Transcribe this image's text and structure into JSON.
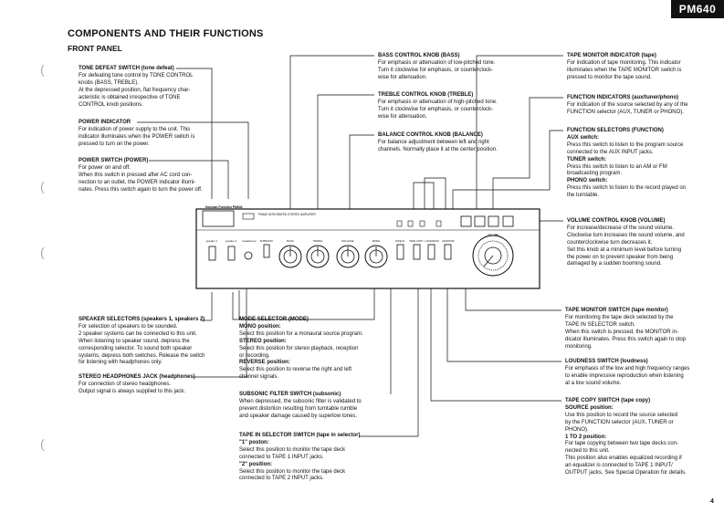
{
  "page": {
    "model_badge": "PM640",
    "heading": "COMPONENTS AND THEIR FUNCTIONS",
    "subheading": "FRONT PANEL",
    "page_number": "4"
  },
  "panel": {
    "brand": "Nonman Function PM640",
    "subtitle": "PM640 INTEGRATED STEREO AMPLIFIER",
    "labels": {
      "speakers1": "speaker 1",
      "speakers2": "speaker 2",
      "phones": "headphones",
      "subsonic_small": "SUBSONIC",
      "bass": "BASS",
      "treble": "TREBLE",
      "balance": "BALANCE",
      "mode": "MODE",
      "tape_in": "TAPE IN",
      "tape_copy": "TAPE COPY",
      "loudness": "LOUDNESS",
      "tape_monitor": "MONITOR",
      "volume": "VOLUME"
    }
  },
  "left_col": [
    {
      "title": "TONE DEFEAT SWITCH (tone defeat)",
      "lines": [
        "For defeating tone control by TONE CONTROL",
        "knobs (BASS, TREBLE).",
        "At the depressed position, flat frequency char-",
        "acteristic is obtained irrespective of TONE",
        "CONTROL knob positions."
      ]
    },
    {
      "title": "POWER INDICATOR",
      "lines": [
        "For indication of power supply to the unit. This",
        "indicator illuminates when the POWER switch is",
        "pressed to turn on the power."
      ]
    },
    {
      "title": "POWER SWITCH (POWER)",
      "lines": [
        "For power on and off.",
        "When this switch in pressed after AC cord con-",
        "nection to an outlet, the POWER indicator illumi-",
        "nates. Press this switch again to turn the power off."
      ]
    }
  ],
  "mid_col": [
    {
      "title": "BASS CONTROL KNOB (BASS)",
      "lines": [
        "For emphasis or attenuation of low-pitched tone.",
        "Turn it clockwise for emphasis, or counterclock-",
        "wise for attenuation."
      ]
    },
    {
      "title": "TREBLE CONTROL KNOB (TREBLE)",
      "lines": [
        "For emphasis or attenuation of high-pitched tone.",
        "Turn it clockwise for emphasis, or counterclock-",
        "wise for attenuation."
      ]
    },
    {
      "title": "BALANCE CONTROL KNOB (BALANCE)",
      "lines": [
        "For balance adjustment between left and right",
        "channels. Normally place it at the center position."
      ]
    }
  ],
  "right_col": [
    {
      "title": "TAPE MONITOR INDICATOR (tape)",
      "lines": [
        "For indication of tape monitoring. This indicator",
        "illuminates when the TAPE MONITOR switch is",
        "pressed to monitor the tape sound."
      ]
    },
    {
      "title": "FUNCTION INDICATORS (aux/tuner/phono)",
      "lines": [
        "For indication of the source selected by any of the",
        "FUNCTION selector (AUX, TUNER or PHONO)."
      ]
    },
    {
      "title": "FUNCTION SELECTORS (FUNCTION)",
      "subs": [
        {
          "sub": "AUX switch:",
          "lines": [
            "Press this switch to listen to the program source",
            "connected to the AUX INPUT jacks."
          ]
        },
        {
          "sub": "TUNER switch:",
          "lines": [
            "Press this switch to listen to an AM or FM",
            "broadcasting program."
          ]
        },
        {
          "sub": "PHONO switch:",
          "lines": [
            "Press this switch to listen to the record played on",
            "the turntable."
          ]
        }
      ]
    },
    {
      "title": "VOLUME CONTROL KNOB (VOLUME)",
      "lines": [
        "For increase/decrease of the sound volume.",
        "Clockwise turn increases the sound volume, and",
        "counterclockwise turn decreases it.",
        "Set this knob at a minimum level before turning",
        "the power on to prevent speaker from being",
        "damaged by a sudden booming sound."
      ]
    }
  ],
  "bottom_left": [
    {
      "title": "SPEAKER SELECTORS (speakers 1, speakers 2)",
      "lines": [
        "For selection of speakers to be sounded.",
        "2 speaker systems can be connected to this unit.",
        "When listening to speaker sound, depress the",
        "corresponding selector. To sound both speaker",
        "systems, depress both switches. Release the switch",
        "for listening with headphones only."
      ]
    },
    {
      "title": "STEREO HEADPHONES JACK (headphones)",
      "lines": [
        "For connection of stereo headphones.",
        "Output signal is always supplied to this jack."
      ]
    }
  ],
  "bottom_mid": [
    {
      "title": "MODE SELECTOR (MODE)",
      "subs": [
        {
          "sub": "MONO position:",
          "lines": [
            "Select this position for a monaural source program."
          ]
        },
        {
          "sub": "STEREO position:",
          "lines": [
            "Select this position for stereo playback, reception",
            "or recording."
          ]
        },
        {
          "sub": "REVERSE position:",
          "lines": [
            "Select this position to reverse the right and left",
            "channel signals."
          ]
        }
      ]
    },
    {
      "title": "SUBSONIC FILTER SWITCH (subsonic)",
      "lines": [
        "When depressed, the subsonic filter is validated to",
        "prevent distortion resulting from turntable rumble",
        "and speaker damage caused by superlow tones."
      ]
    },
    {
      "title": "TAPE IN SELECTOR SWITCH (tape in selector)",
      "subs": [
        {
          "sub": "\"1\" poston:",
          "lines": [
            "Select this position to monitor the tape deck",
            "connected to TAPE 1 INPUT jacks."
          ]
        },
        {
          "sub": "\"2\" position:",
          "lines": [
            "Select this position to monitor the tape deck",
            "connected to TAPE 2 INPUT jacks."
          ]
        }
      ]
    }
  ],
  "bottom_right": [
    {
      "title": "TAPE MONITOR SWITCH (tape monitor)",
      "lines": [
        "For monitoring the tape deck selected by the",
        "TAPE IN SELECTOR switch.",
        "When this switch is pressed, the MONITOR in-",
        "dicator illuminates. Press this switch again to stop",
        "monitoring."
      ]
    },
    {
      "title": "LOUDNESS SWITCH (loudness)",
      "lines": [
        "For emphasis of the low and high frequency ranges",
        "to enable impressive reproduction when listening",
        "at a low sound volume."
      ]
    },
    {
      "title": "TAPE COPY SWITCH (tape copy)",
      "subs": [
        {
          "sub": "SOURCE position:",
          "lines": [
            "Use this position to record the source selected",
            "by the FUNCTION selector (AUX, TUNER or",
            "PHONO)."
          ]
        },
        {
          "sub": "1 TO 2 position:",
          "lines": [
            "For tape copying between two tape decks con-",
            "nected to this unit.",
            "This position also enables equalized recording if",
            "an equalizer is connected to TAPE 1 INPUT/",
            "OUTPUT jacks. See Special Operation for details."
          ]
        }
      ]
    }
  ]
}
